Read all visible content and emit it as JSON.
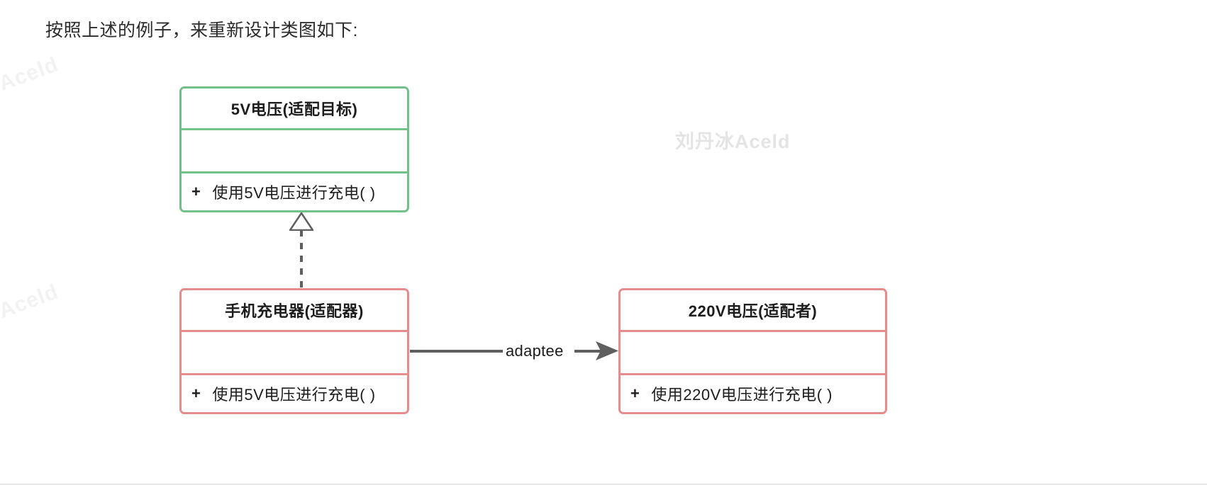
{
  "page": {
    "heading": "按照上述的例子，来重新设计类图如下:"
  },
  "watermarks": {
    "left_top": "Aceld",
    "left_bottom": "Aceld",
    "center": "刘丹冰Aceld"
  },
  "diagram": {
    "type": "uml-class-diagram",
    "colors": {
      "target_border": "#73c088",
      "adapter_border": "#e58c8c",
      "adaptee_border": "#e58c8c",
      "connector": "#5f5f5f",
      "background": "#ffffff"
    },
    "classes": [
      {
        "id": "target",
        "name": "5V电压(适配目标)",
        "attributes": [],
        "methods": [
          {
            "visibility": "+",
            "signature": "使用5V电压进行充电( )"
          }
        ]
      },
      {
        "id": "adapter",
        "name": "手机充电器(适配器)",
        "attributes": [],
        "methods": [
          {
            "visibility": "+",
            "signature": "使用5V电压进行充电( )"
          }
        ]
      },
      {
        "id": "adaptee",
        "name": "220V电压(适配者)",
        "attributes": [],
        "methods": [
          {
            "visibility": "+",
            "signature": "使用220V电压进行充电( )"
          }
        ]
      }
    ],
    "connectors": [
      {
        "id": "realization",
        "kind": "realization",
        "style": "dashed",
        "arrowhead": "hollow-triangle",
        "from": "手机充电器(适配器)",
        "to": "5V电压(适配目标)",
        "label": ""
      },
      {
        "id": "association",
        "kind": "association",
        "style": "solid",
        "arrowhead": "filled-arrow",
        "from": "手机充电器(适配器)",
        "to": "220V电压(适配者)",
        "label": "adaptee"
      }
    ]
  }
}
